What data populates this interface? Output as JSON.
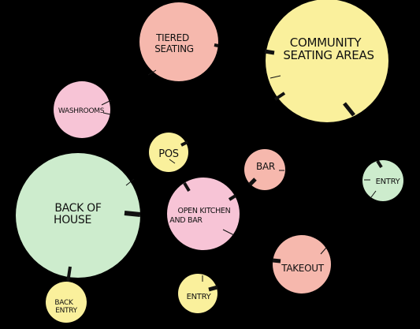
{
  "colors": {
    "background": "#000000",
    "pink": "#f7c4d6",
    "salmon": "#f6b8ad",
    "yellow": "#faf09c",
    "green": "#cdeccd",
    "tick": "#111111",
    "text": "#111111"
  },
  "nodes": {
    "tiered_seating": {
      "line1": "TIERED",
      "line2": "SEATING"
    },
    "community_seating": {
      "line1": "COMMUNITY",
      "line2": "SEATING AREAS"
    },
    "washrooms": {
      "label": "WASHROOMS"
    },
    "pos": {
      "label": "POS"
    },
    "bar": {
      "label": "BAR"
    },
    "entry_right": {
      "label": "ENTRY"
    },
    "back_of_house": {
      "line1": "BACK OF",
      "line2": "HOUSE"
    },
    "open_kitchen": {
      "line1": "OPEN KITCHEN",
      "line2": "AND BAR"
    },
    "takeout": {
      "label": "TAKEOUT"
    },
    "back_entry": {
      "line1": "BACK",
      "line2": "ENTRY"
    },
    "entry_bottom": {
      "label": "ENTRY"
    }
  }
}
